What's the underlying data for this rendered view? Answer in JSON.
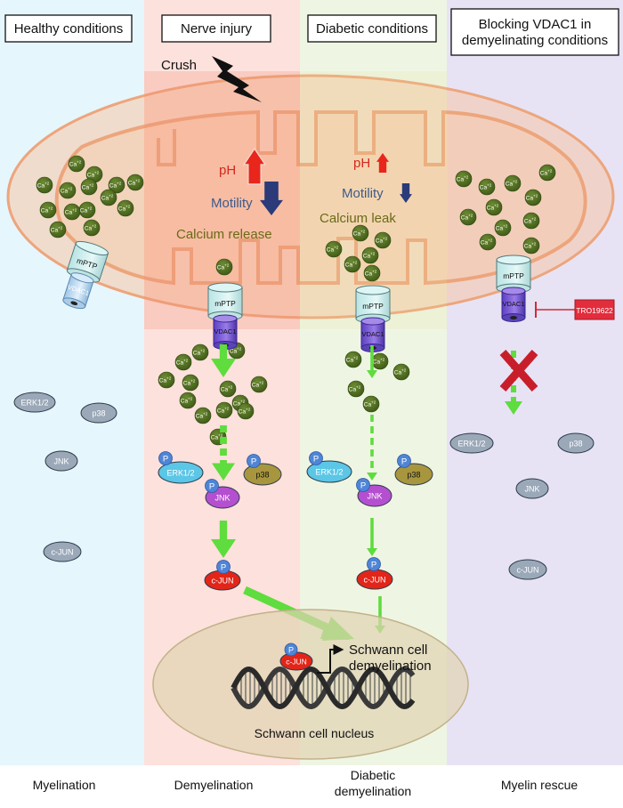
{
  "panels": [
    {
      "title": "Healthy conditions",
      "bottom": "Myelination",
      "bg": "#e6f6fd"
    },
    {
      "title": "Nerve injury",
      "bottom": "Demyelination",
      "bg": "#fde1dc"
    },
    {
      "title": "Diabetic conditions",
      "bottom": "Diabetic\ndemyelination",
      "bg": "#eef6e3"
    },
    {
      "title": "Blocking VDAC1 in\ndemyelinating conditions",
      "bottom": "Myelin rescue",
      "bg": "#e7e3f5"
    }
  ],
  "labels": {
    "crush": "Crush",
    "ph": "pH",
    "motility": "Motility",
    "calcium_release": "Calcium release",
    "calcium_leak": "Calcium leak",
    "ca": "Ca",
    "ca_sup": "+2",
    "mptp": "mPTP",
    "vdac1": "VDAC1",
    "inhibitor": "TRO19622",
    "erk": "ERK1/2",
    "p38": "p38",
    "jnk": "JNK",
    "cjun": "c-JUN",
    "p": "P",
    "outcome": "Schwann cell\ndemyelination",
    "nucleus": "Schwann cell nucleus"
  },
  "colors": {
    "mito_fill": "#f6c7a6",
    "mito_stroke": "#eda57c",
    "calcium": "#4c6b1f",
    "green_arrow": "#5fdc3e",
    "ph_arrow": "#e8261c",
    "motility_arrow": "#2b3a78",
    "vdac": "#7b5ad6",
    "mptp": "#c9ecec",
    "erk": "#5bc6e6",
    "p38": "#a8963e",
    "jnk": "#b44fd0",
    "cjun": "#e32519",
    "phospho": "#4f85d6",
    "gray_kinase": "#9aa8b8",
    "inhibitor_red": "#e32d3c",
    "nucleus": "#e0d3b0"
  }
}
